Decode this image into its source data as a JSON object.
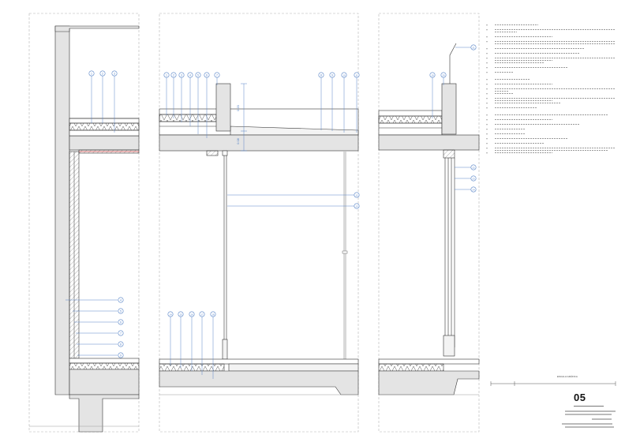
{
  "sheet": {
    "number": "05",
    "scale_label": "ESCALA GRÁFICA"
  },
  "palette": {
    "line": "#333333",
    "concrete": "#e4e4e4",
    "blue": "#5a86c8",
    "accent": "#d04848",
    "dash": "#b5b5b5"
  },
  "section_1": {
    "callouts_top": [
      "1",
      "2",
      "3"
    ],
    "callouts_wall": [
      "4",
      "5",
      "6",
      "7",
      "8",
      "9"
    ]
  },
  "section_2": {
    "callouts_top": [
      "1",
      "2",
      "3",
      "4",
      "5",
      "6",
      "7",
      "8",
      "9",
      "10",
      "11"
    ],
    "callouts_mid": [
      "12",
      "13"
    ],
    "callouts_bottom": [
      "14",
      "15",
      "16",
      "17",
      "18"
    ],
    "dimensions": [
      "0.20",
      "0.08"
    ]
  },
  "section_3": {
    "callouts_top": [
      "19",
      "20",
      "21"
    ],
    "callouts_side": [
      "22",
      "23",
      "24"
    ]
  }
}
